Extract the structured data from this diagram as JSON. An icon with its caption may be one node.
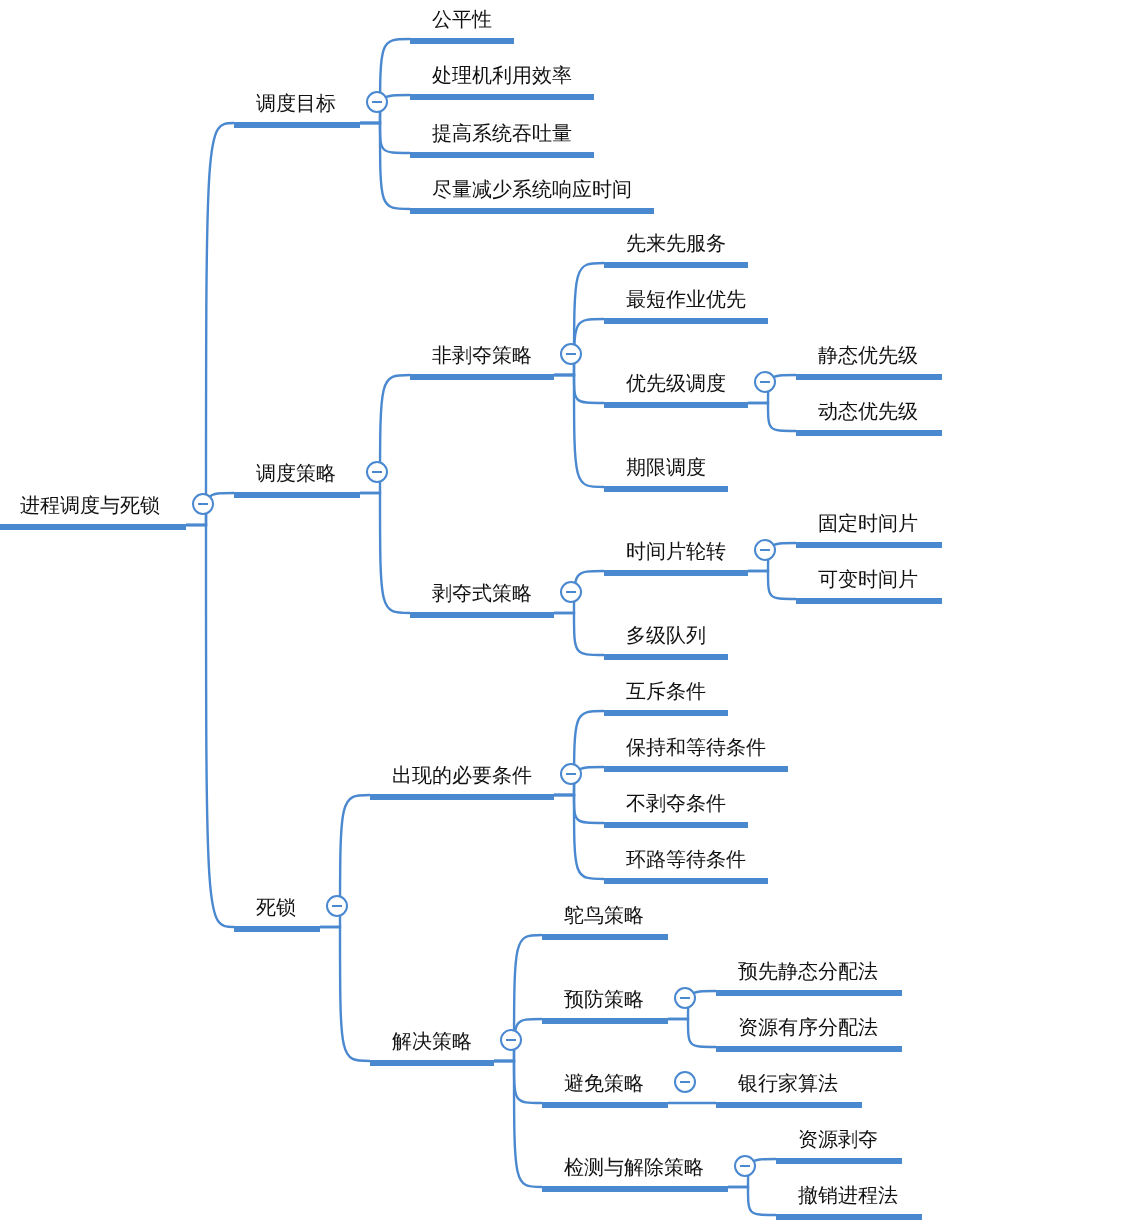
{
  "diagram": {
    "nodes": [
      {
        "text": [
          "进程调度与死锁"
        ]
      },
      {
        "text": [
          "调度目标"
        ]
      },
      {
        "text": [
          "公平性"
        ]
      },
      {
        "text": [
          "处理机利用效率"
        ]
      },
      {
        "text": [
          "提高系统吞吐量"
        ]
      },
      {
        "text": [
          "尽量减少系统响应时间"
        ]
      },
      {
        "text": [
          "调度策略"
        ]
      },
      {
        "text": [
          "非剥夺策略"
        ]
      },
      {
        "text": [
          "先来先服务"
        ]
      },
      {
        "text": [
          "最短作业优先"
        ]
      },
      {
        "text": [
          "优先级调度"
        ]
      },
      {
        "text": [
          "静态优先级"
        ]
      },
      {
        "text": [
          "动态优先级"
        ]
      },
      {
        "text": [
          "期限调度"
        ]
      },
      {
        "text": [
          "剥夺式策略"
        ]
      },
      {
        "text": [
          "时间片轮转"
        ]
      },
      {
        "text": [
          "固定时间片"
        ]
      },
      {
        "text": [
          "可变时间片"
        ]
      },
      {
        "text": [
          "多级队列"
        ]
      },
      {
        "text": [
          "死锁"
        ]
      },
      {
        "text": [
          "出现的必要条件"
        ]
      },
      {
        "text": [
          "互斥条件"
        ]
      },
      {
        "text": [
          "保持和等待条件"
        ]
      },
      {
        "text": [
          "不剥夺条件"
        ]
      },
      {
        "text": [
          "环路等待条件"
        ]
      },
      {
        "text": [
          "解决策略"
        ]
      },
      {
        "text": [
          "鸵鸟策略"
        ]
      },
      {
        "text": [
          "预防策略"
        ]
      },
      {
        "text": [
          "预先静态分配法"
        ]
      },
      {
        "text": [
          "资源有序分配法"
        ]
      },
      {
        "text": [
          "避免策略"
        ]
      },
      {
        "text": [
          "银行家算法"
        ]
      },
      {
        "text": [
          "检测与解除策略"
        ]
      },
      {
        "text": [
          "资源剥夺"
        ]
      },
      {
        "text": [
          "撤销进程法"
        ]
      }
    ],
    "edges": [
      {
        "from": 0,
        "to": 1,
        "arrow": "none"
      },
      {
        "from": 1,
        "to": 2,
        "arrow": "none"
      },
      {
        "from": 1,
        "to": 3,
        "arrow": "none"
      },
      {
        "from": 1,
        "to": 4,
        "arrow": "none"
      },
      {
        "from": 1,
        "to": 5,
        "arrow": "none"
      },
      {
        "from": 0,
        "to": 6,
        "arrow": "none"
      },
      {
        "from": 6,
        "to": 7,
        "arrow": "none"
      },
      {
        "from": 7,
        "to": 8,
        "arrow": "none"
      },
      {
        "from": 7,
        "to": 9,
        "arrow": "none"
      },
      {
        "from": 7,
        "to": 10,
        "arrow": "none"
      },
      {
        "from": 10,
        "to": 11,
        "arrow": "none"
      },
      {
        "from": 10,
        "to": 12,
        "arrow": "none"
      },
      {
        "from": 7,
        "to": 13,
        "arrow": "none"
      },
      {
        "from": 6,
        "to": 14,
        "arrow": "none"
      },
      {
        "from": 14,
        "to": 15,
        "arrow": "none"
      },
      {
        "from": 15,
        "to": 16,
        "arrow": "none"
      },
      {
        "from": 15,
        "to": 17,
        "arrow": "none"
      },
      {
        "from": 14,
        "to": 18,
        "arrow": "none"
      },
      {
        "from": 0,
        "to": 19,
        "arrow": "none"
      },
      {
        "from": 19,
        "to": 20,
        "arrow": "none"
      },
      {
        "from": 20,
        "to": 21,
        "arrow": "none"
      },
      {
        "from": 20,
        "to": 22,
        "arrow": "none"
      },
      {
        "from": 20,
        "to": 23,
        "arrow": "none"
      },
      {
        "from": 20,
        "to": 24,
        "arrow": "none"
      },
      {
        "from": 19,
        "to": 25,
        "arrow": "none"
      },
      {
        "from": 25,
        "to": 26,
        "arrow": "none"
      },
      {
        "from": 25,
        "to": 27,
        "arrow": "none"
      },
      {
        "from": 27,
        "to": 28,
        "arrow": "none"
      },
      {
        "from": 27,
        "to": 29,
        "arrow": "none"
      },
      {
        "from": 25,
        "to": 30,
        "arrow": "none"
      },
      {
        "from": 30,
        "to": 31,
        "arrow": "none"
      },
      {
        "from": 25,
        "to": 32,
        "arrow": "none"
      },
      {
        "from": 32,
        "to": 33,
        "arrow": "none"
      },
      {
        "from": 32,
        "to": 34,
        "arrow": "none"
      }
    ]
  }
}
